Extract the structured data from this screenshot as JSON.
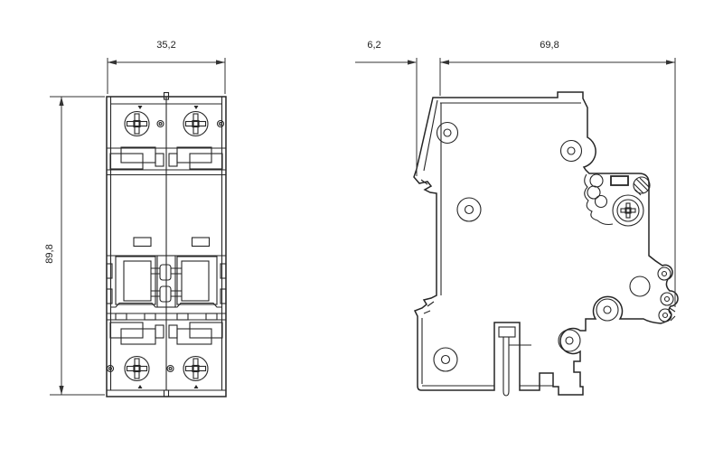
{
  "page": {
    "background": "#ffffff",
    "line_color": "#262626"
  },
  "drawing": {
    "views": [
      {
        "id": "front-view"
      },
      {
        "id": "side-view"
      }
    ],
    "dimensions": {
      "front_width": "35,2",
      "front_height": "89,8",
      "side_clip": "6,2",
      "side_depth": "69,8"
    }
  }
}
